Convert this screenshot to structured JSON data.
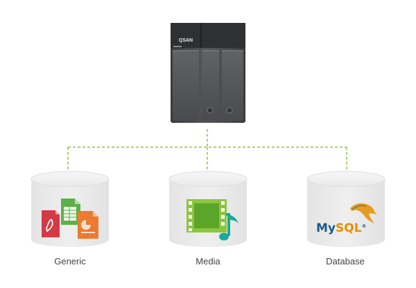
{
  "device": {
    "brand": "QSAN",
    "icon": "nas-storage-device-icon"
  },
  "connector_color": "#8CC63F",
  "storage_pools": [
    {
      "label": "Generic",
      "icons": [
        "pdf-icon",
        "spreadsheet-icon",
        "presentation-icon"
      ]
    },
    {
      "label": "Media",
      "icons": [
        "film-strip-icon",
        "music-note-icon"
      ]
    },
    {
      "label": "Database",
      "logo": {
        "text_my": "My",
        "text_sql": "SQL",
        "mark": "®"
      },
      "icons": [
        "mysql-dolphin-logo"
      ]
    }
  ]
}
